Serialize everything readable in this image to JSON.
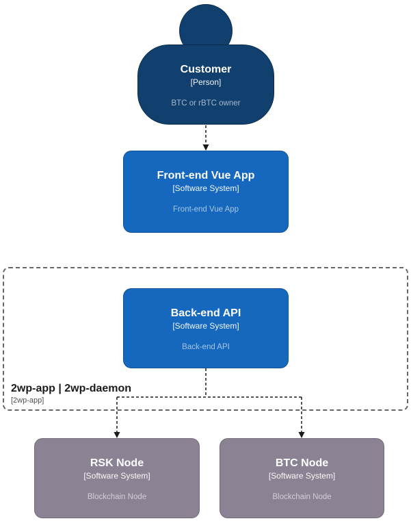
{
  "diagram": {
    "kind": "c4-system-context",
    "colors": {
      "person_fill": "#11406F",
      "system_fill": "#1568BD",
      "node_fill": "#8B8394",
      "boundary_border": "#666666",
      "connector": "#1A1A1A"
    },
    "person": {
      "name": "Customer",
      "type": "[Person]",
      "description": "BTC or rBTC owner"
    },
    "systems": {
      "frontend": {
        "name": "Front-end Vue App",
        "type": "[Software System]",
        "description": "Front-end Vue App"
      },
      "backend": {
        "name": "Back-end API",
        "type": "[Software System]",
        "description": "Back-end API"
      },
      "rsk": {
        "name": "RSK Node",
        "type": "[Software System]",
        "description": "Blockchain Node"
      },
      "btc": {
        "name": "BTC Node",
        "type": "[Software System]",
        "description": "Blockchain Node"
      }
    },
    "boundary": {
      "title": "2wp-app | 2wp-daemon",
      "subtitle": "[2wp-app]"
    }
  }
}
